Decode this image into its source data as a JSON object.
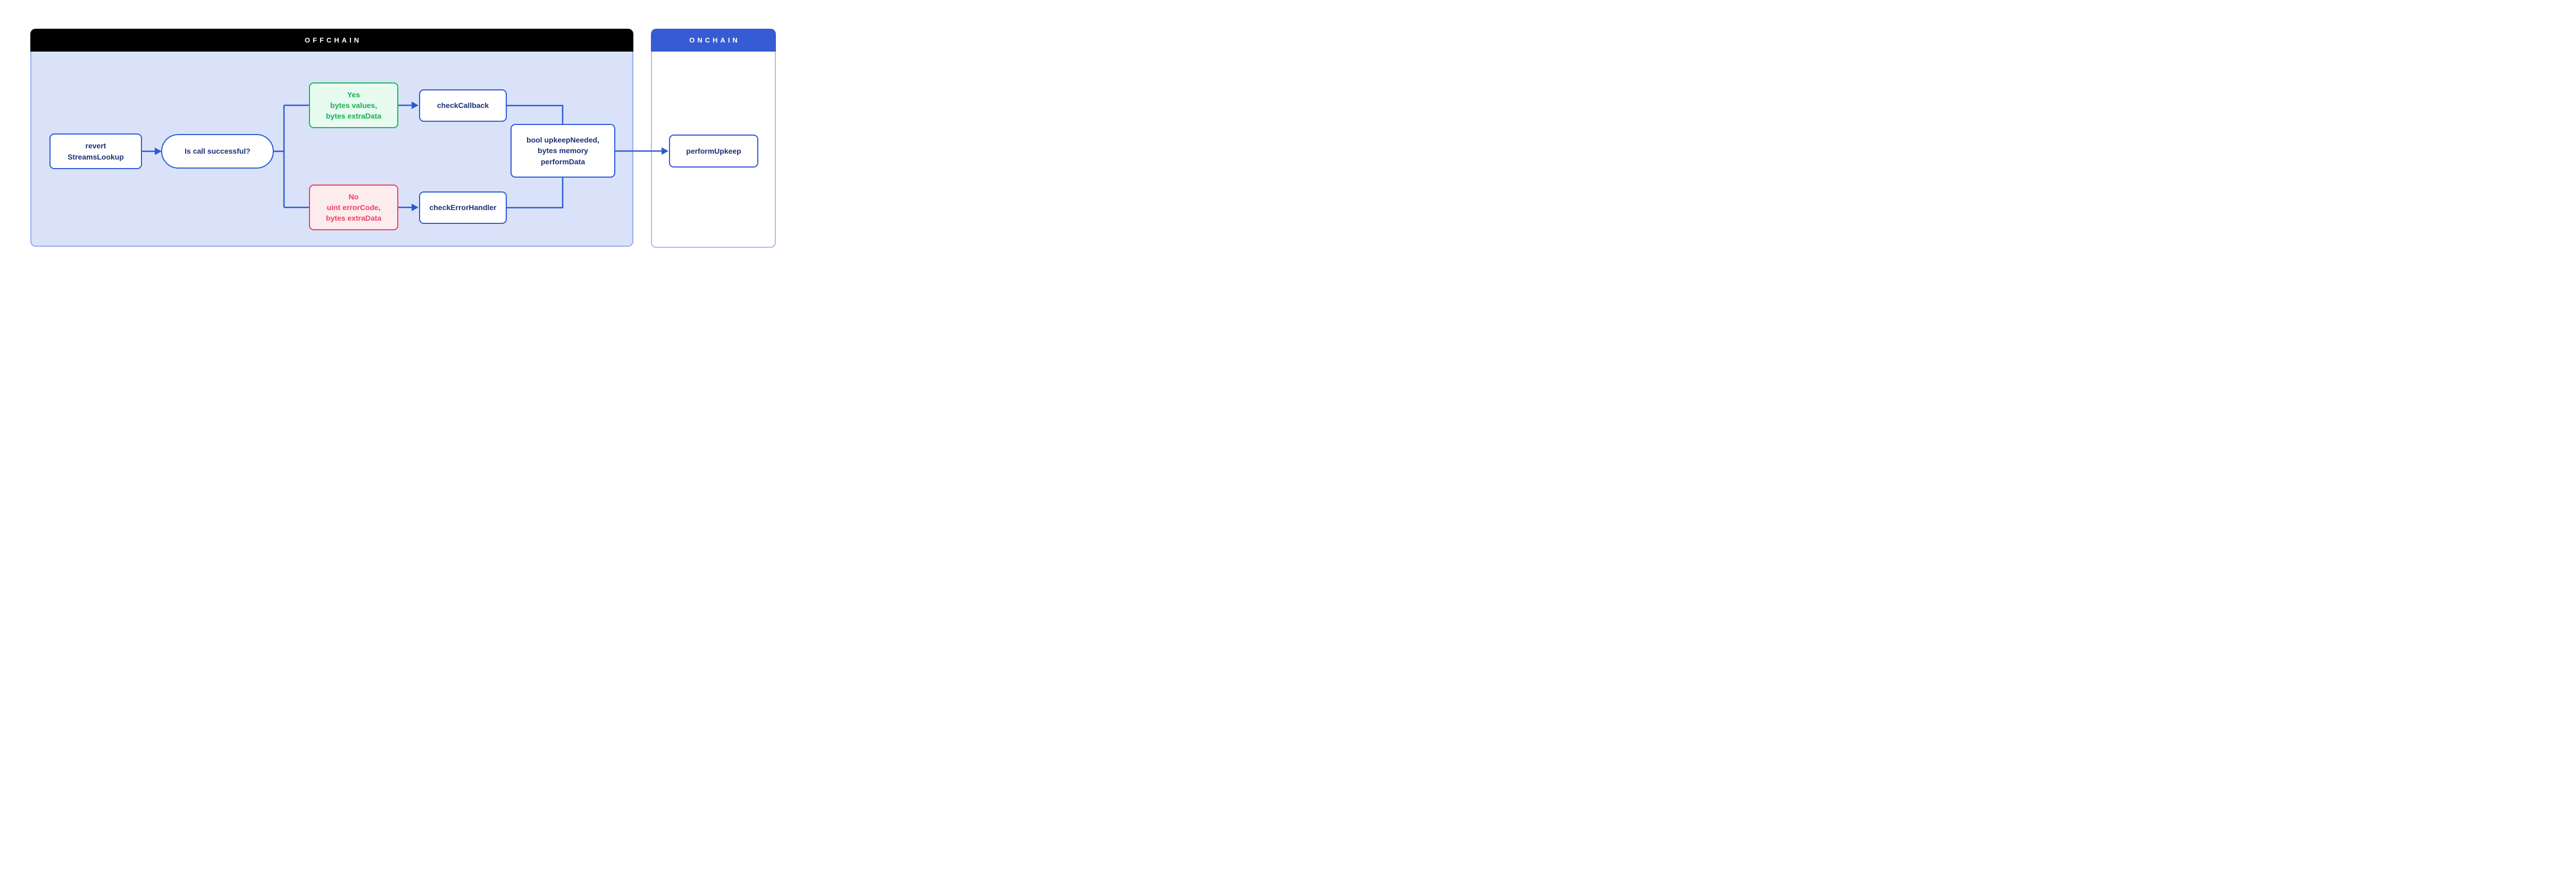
{
  "offchain": {
    "label": "OFFCHAIN",
    "header_bg": "#000000",
    "body_bg": "#d9e2f8",
    "border": "#97abec"
  },
  "onchain": {
    "label": "ONCHAIN",
    "header_bg": "#375bd2",
    "body_bg": "#ffffff",
    "border": "#a9bcf3"
  },
  "nodes": {
    "revert_streams_lookup": {
      "lines": [
        "revert",
        "StreamsLookup"
      ]
    },
    "is_call_successful": {
      "label": "Is call successful?"
    },
    "yes_branch": {
      "lines": [
        "Yes",
        "bytes values,",
        "bytes extraData"
      ]
    },
    "no_branch": {
      "lines": [
        "No",
        "uint errorCode,",
        "bytes extraData"
      ]
    },
    "check_callback": {
      "label": "checkCallback"
    },
    "check_error_handler": {
      "label": "checkErrorHandler"
    },
    "upkeep_result": {
      "lines": [
        "bool upkeepNeeded,",
        "bytes memory",
        "performData"
      ]
    },
    "perform_upkeep": {
      "label": "performUpkeep"
    }
  },
  "colors": {
    "connector_blue": "#2b59d6",
    "node_text_navy": "#1a3076",
    "success_green": "#15b14e",
    "success_green_bg": "#e8fbef",
    "error_red": "#f43e5e",
    "error_red_bg": "#fdeced"
  }
}
